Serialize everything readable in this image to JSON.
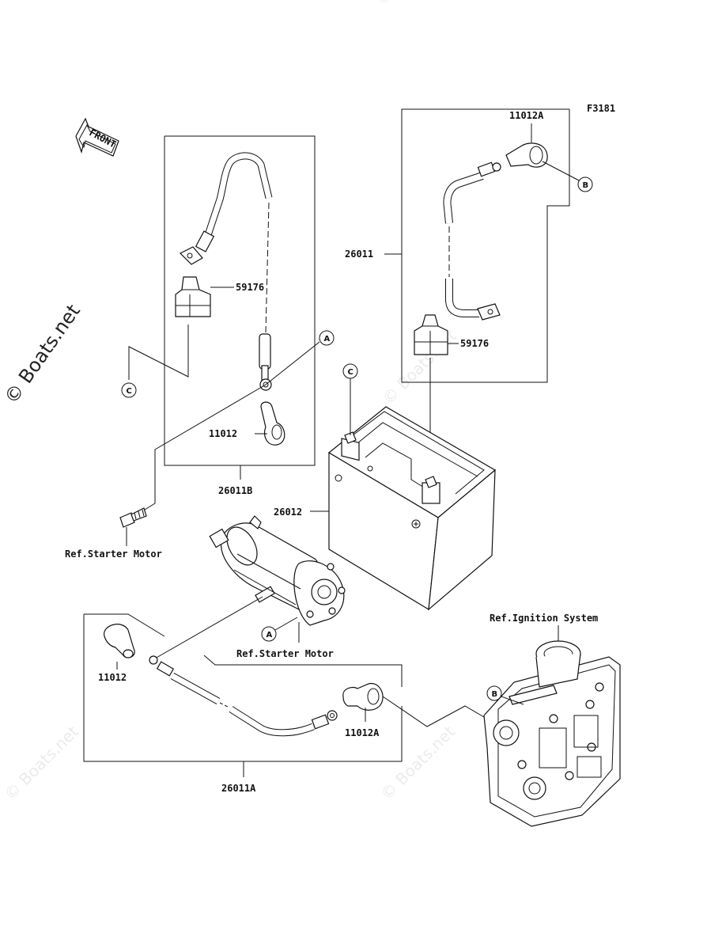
{
  "figure_code": "F3181",
  "watermark": "© Boats.net",
  "front_label": "FRONT",
  "parts": {
    "p26011": "26011",
    "p26011A": "26011A",
    "p26011B": "26011B",
    "p26012": "26012",
    "p11012_top": "11012",
    "p11012_bottom": "11012",
    "p11012A_top": "11012A",
    "p11012A_bottom": "11012A",
    "p59176_left": "59176",
    "p59176_right": "59176"
  },
  "references": {
    "starter_motor_left": "Ref.Starter Motor",
    "starter_motor_center": "Ref.Starter Motor",
    "ignition_system": "Ref.Ignition System"
  },
  "callouts": {
    "a_top": "A",
    "a_bottom": "A",
    "b_top": "B",
    "b_bottom": "B",
    "c_left": "C",
    "c_battery": "C"
  }
}
